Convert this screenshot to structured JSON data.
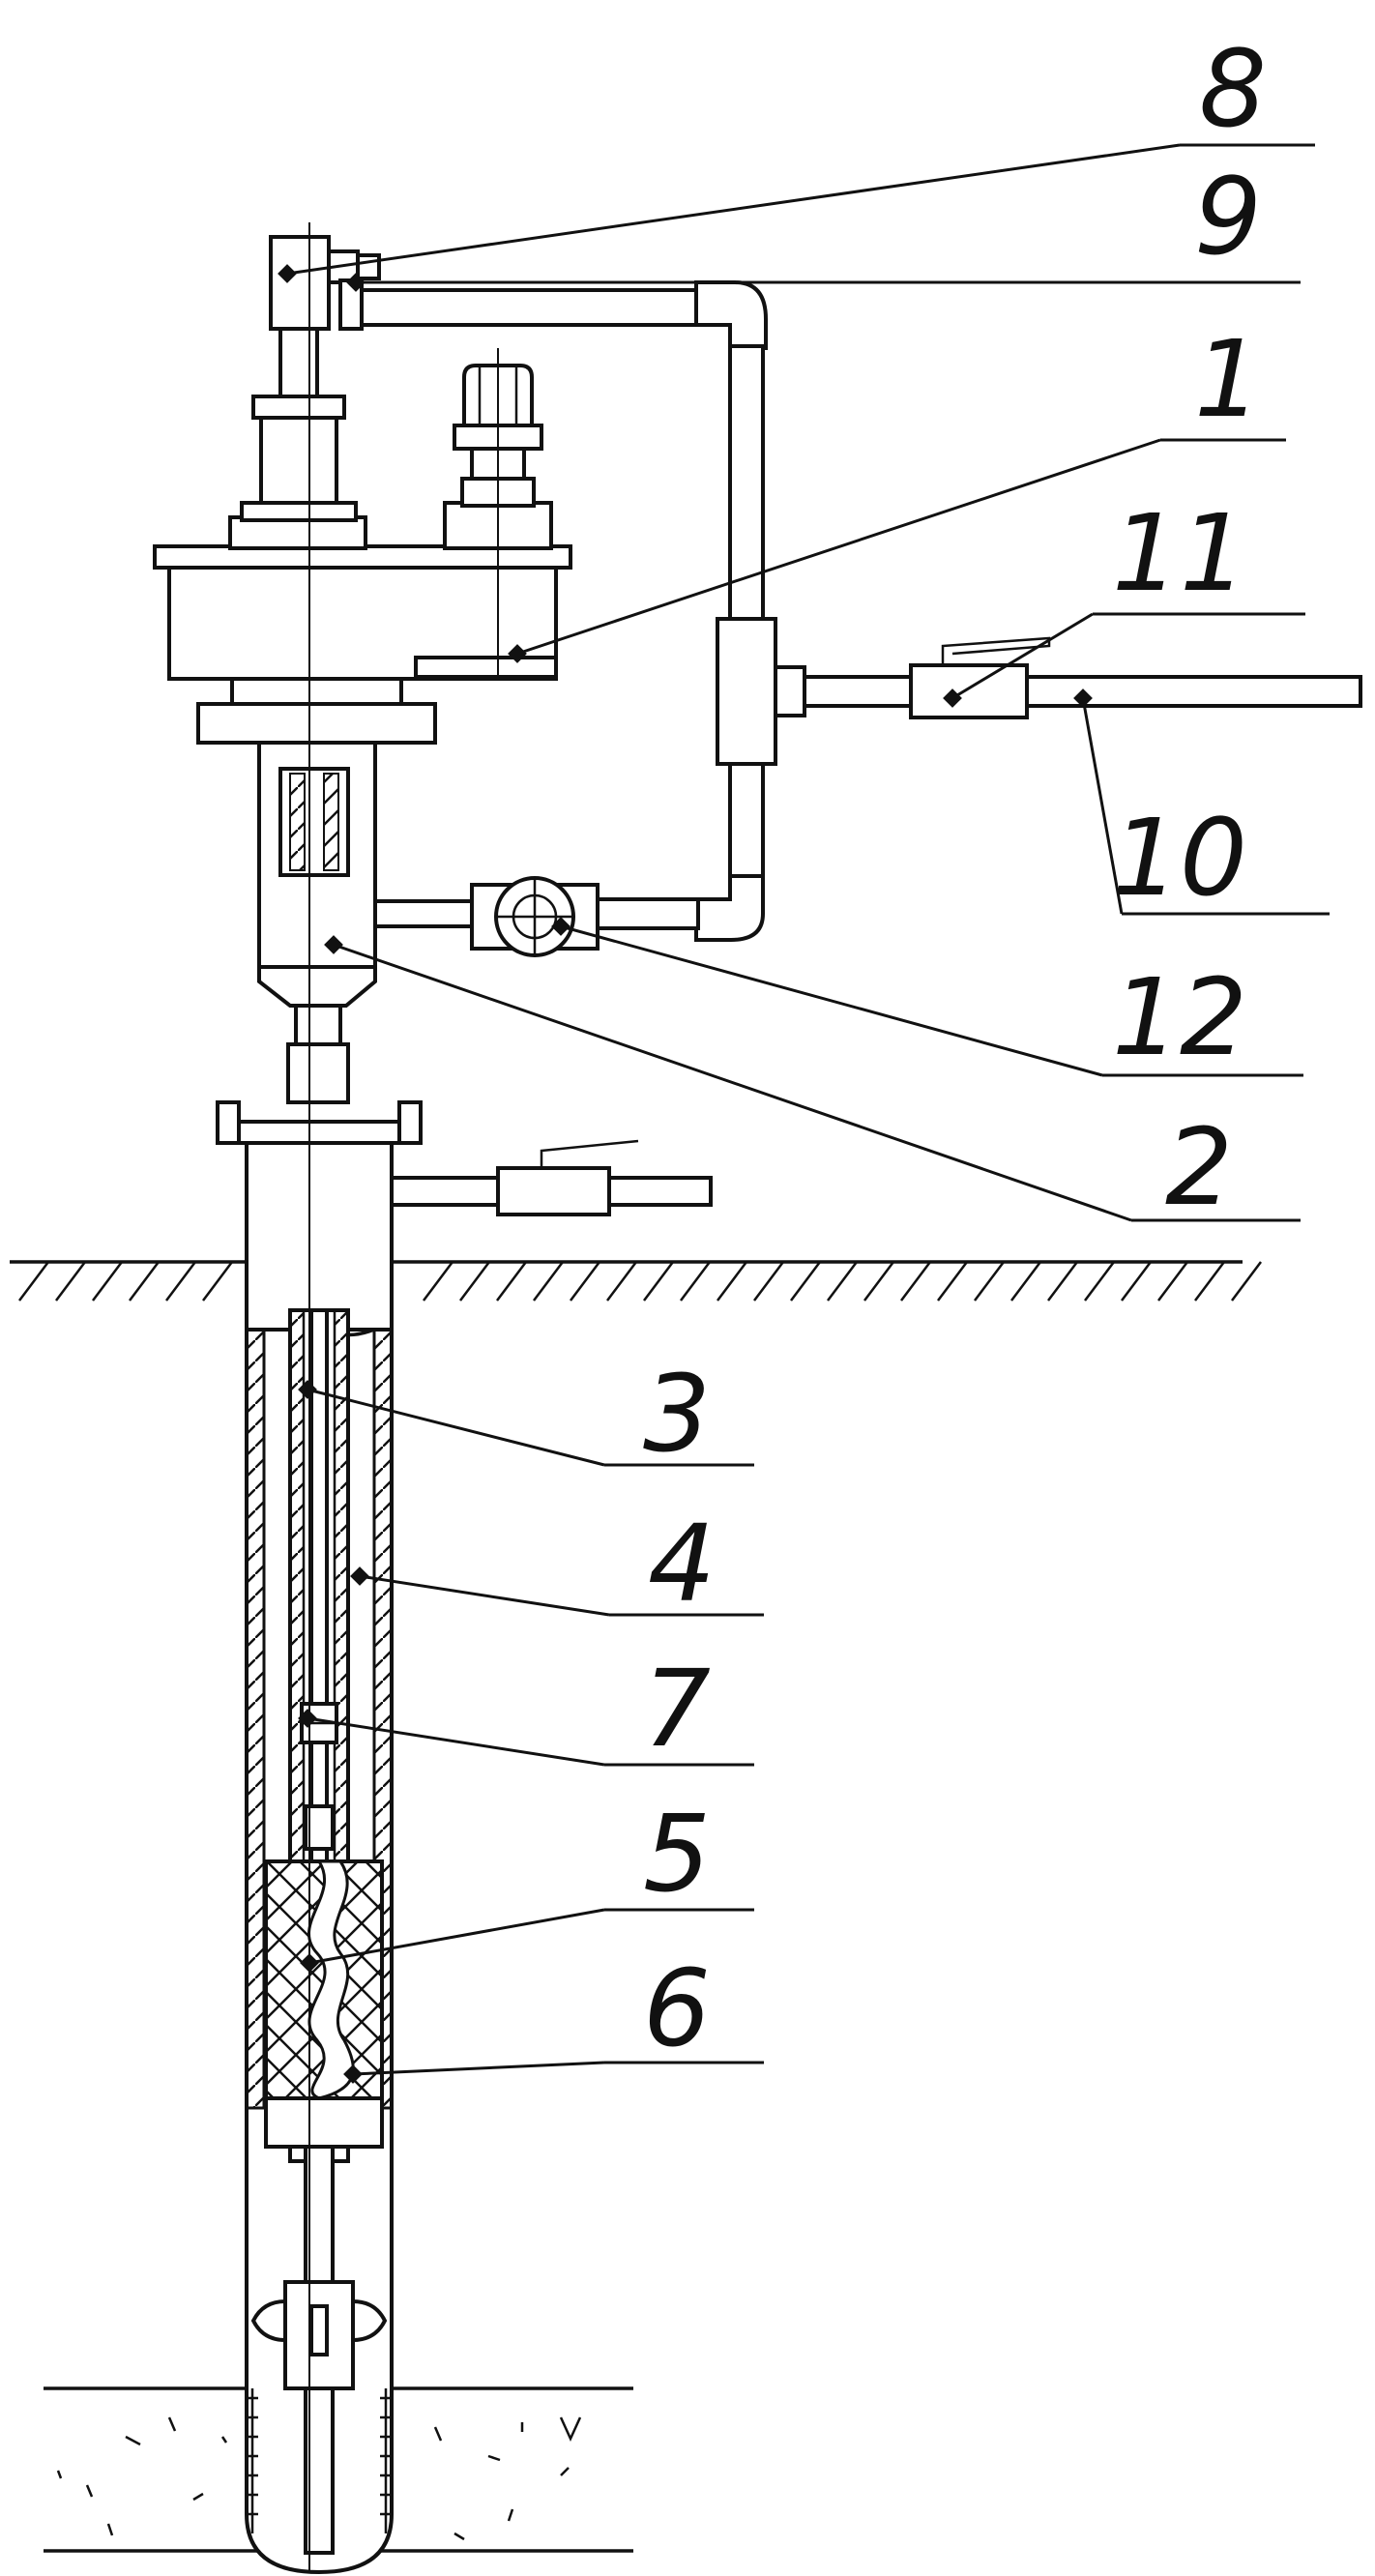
{
  "callouts": [
    {
      "id": "c8",
      "label": "8"
    },
    {
      "id": "c9",
      "label": "9"
    },
    {
      "id": "c1",
      "label": "1"
    },
    {
      "id": "c11",
      "label": "11"
    },
    {
      "id": "c10",
      "label": "10"
    },
    {
      "id": "c12",
      "label": "12"
    },
    {
      "id": "c2",
      "label": "2"
    },
    {
      "id": "c3",
      "label": "3"
    },
    {
      "id": "c4",
      "label": "4"
    },
    {
      "id": "c7",
      "label": "7"
    },
    {
      "id": "c5",
      "label": "5"
    },
    {
      "id": "c6",
      "label": "6"
    }
  ]
}
